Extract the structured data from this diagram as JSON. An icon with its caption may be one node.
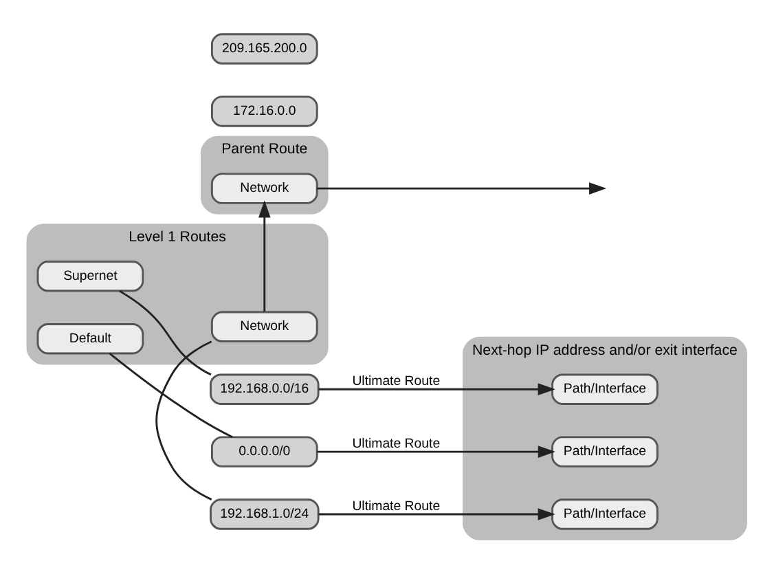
{
  "diagram": {
    "nodes": [
      {
        "text": [
          "Level 1 Routes"
        ]
      },
      {
        "text": [
          "Network"
        ],
        "in": 0
      },
      {
        "text": [
          "Supernet"
        ],
        "in": 0
      },
      {
        "text": [
          "Default"
        ],
        "in": 0
      },
      {
        "text": [
          "192.168.1.0/24"
        ]
      },
      {
        "text": [
          "192.168.0.0/16"
        ]
      },
      {
        "text": [
          "0.0.0.0/0"
        ]
      },
      {
        "text": [
          "Next-hop IP address and/or exit interface"
        ]
      },
      {
        "text": [
          "Path/Interface"
        ],
        "in": 7
      },
      {
        "text": [
          "Path/Interface"
        ],
        "in": 7
      },
      {
        "text": [
          "Path/Interface"
        ],
        "in": 7
      },
      {
        "text": [
          "Parent Route"
        ]
      },
      {
        "text": [
          "Network"
        ],
        "in": 11
      },
      {
        "text": [
          "172.16.0.0"
        ]
      },
      {
        "text": [
          "209.165.200.0"
        ]
      }
    ],
    "edges": [
      {
        "from": 1,
        "to": 4,
        "arrow": "none"
      },
      {
        "from": 2,
        "to": 5,
        "arrow": "none"
      },
      {
        "from": 3,
        "to": 6,
        "arrow": "none"
      },
      {
        "from": 4,
        "to": 8,
        "arrow": "to",
        "label": "Ultimate Route"
      },
      {
        "from": 5,
        "to": 9,
        "arrow": "to",
        "label": "Ultimate Route"
      },
      {
        "from": 6,
        "to": 10,
        "arrow": "to",
        "label": "Ultimate Route"
      },
      {
        "from": 1,
        "to": 12,
        "arrow": "to"
      },
      {
        "from": 12,
        "to": null,
        "arrow": "to"
      }
    ]
  }
}
